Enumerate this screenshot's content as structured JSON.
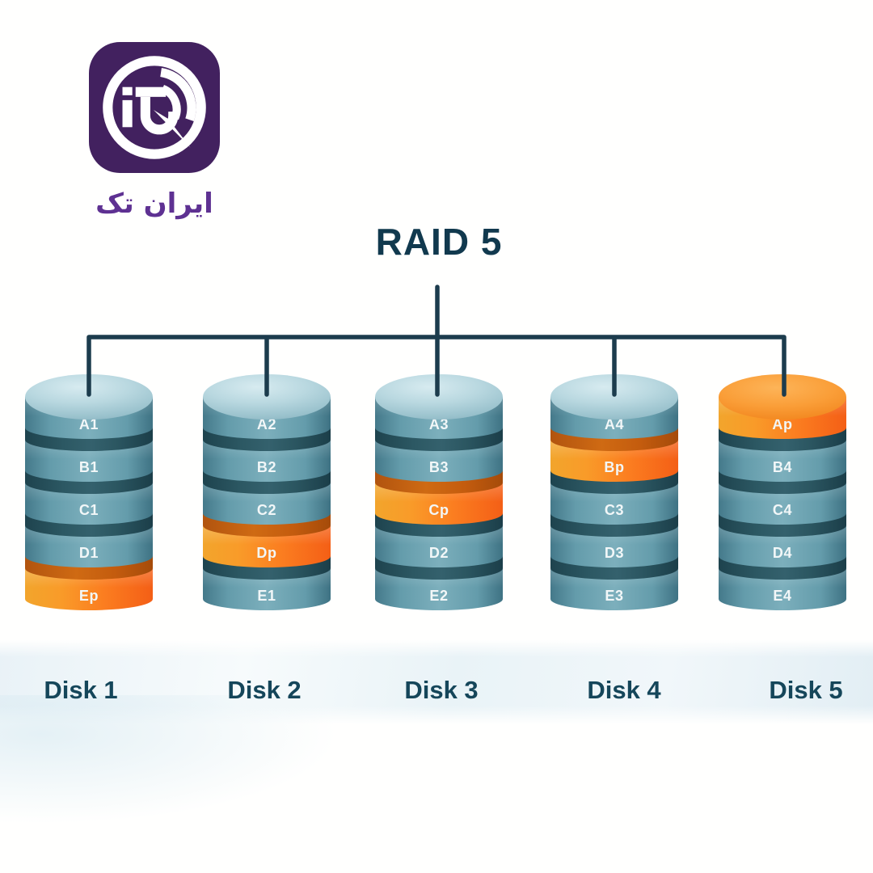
{
  "brand": {
    "name_fa": "ایران تک",
    "logo_icon": "irantech-logo",
    "logo_bg_color": "#42215f",
    "name_color": "#5e3192"
  },
  "title": {
    "text": "RAID 5",
    "color": "#11394e"
  },
  "diagram": {
    "type": "raid5-block-distribution",
    "connector_color": "#1c3c4d",
    "palette": {
      "platter_teal": "#649cab",
      "platter_teal_dark": "#2c5863",
      "parity_orange": "#fb7d20",
      "parity_orange_dark": "#c45c0e",
      "cap_blue": "#b9d8e0",
      "cap_orange": "#fa9e38",
      "block_label_color": "#f2f7f8",
      "text_dark": "#15465a"
    },
    "disks": [
      {
        "name": "Disk 1",
        "cap": "blue",
        "blocks": [
          {
            "label": "A1",
            "parity": false
          },
          {
            "label": "B1",
            "parity": false
          },
          {
            "label": "C1",
            "parity": false
          },
          {
            "label": "D1",
            "parity": false
          },
          {
            "label": "Ep",
            "parity": true
          }
        ]
      },
      {
        "name": "Disk 2",
        "cap": "blue",
        "blocks": [
          {
            "label": "A2",
            "parity": false
          },
          {
            "label": "B2",
            "parity": false
          },
          {
            "label": "C2",
            "parity": false
          },
          {
            "label": "Dp",
            "parity": true
          },
          {
            "label": "E1",
            "parity": false
          }
        ]
      },
      {
        "name": "Disk 3",
        "cap": "blue",
        "blocks": [
          {
            "label": "A3",
            "parity": false
          },
          {
            "label": "B3",
            "parity": false
          },
          {
            "label": "Cp",
            "parity": true
          },
          {
            "label": "D2",
            "parity": false
          },
          {
            "label": "E2",
            "parity": false
          }
        ]
      },
      {
        "name": "Disk 4",
        "cap": "blue",
        "blocks": [
          {
            "label": "A4",
            "parity": false
          },
          {
            "label": "Bp",
            "parity": true
          },
          {
            "label": "C3",
            "parity": false
          },
          {
            "label": "D3",
            "parity": false
          },
          {
            "label": "E3",
            "parity": false
          }
        ]
      },
      {
        "name": "Disk 5",
        "cap": "orange",
        "blocks": [
          {
            "label": "Ap",
            "parity": true
          },
          {
            "label": "B4",
            "parity": false
          },
          {
            "label": "C4",
            "parity": false
          },
          {
            "label": "D4",
            "parity": false
          },
          {
            "label": "E4",
            "parity": false
          }
        ]
      }
    ]
  }
}
